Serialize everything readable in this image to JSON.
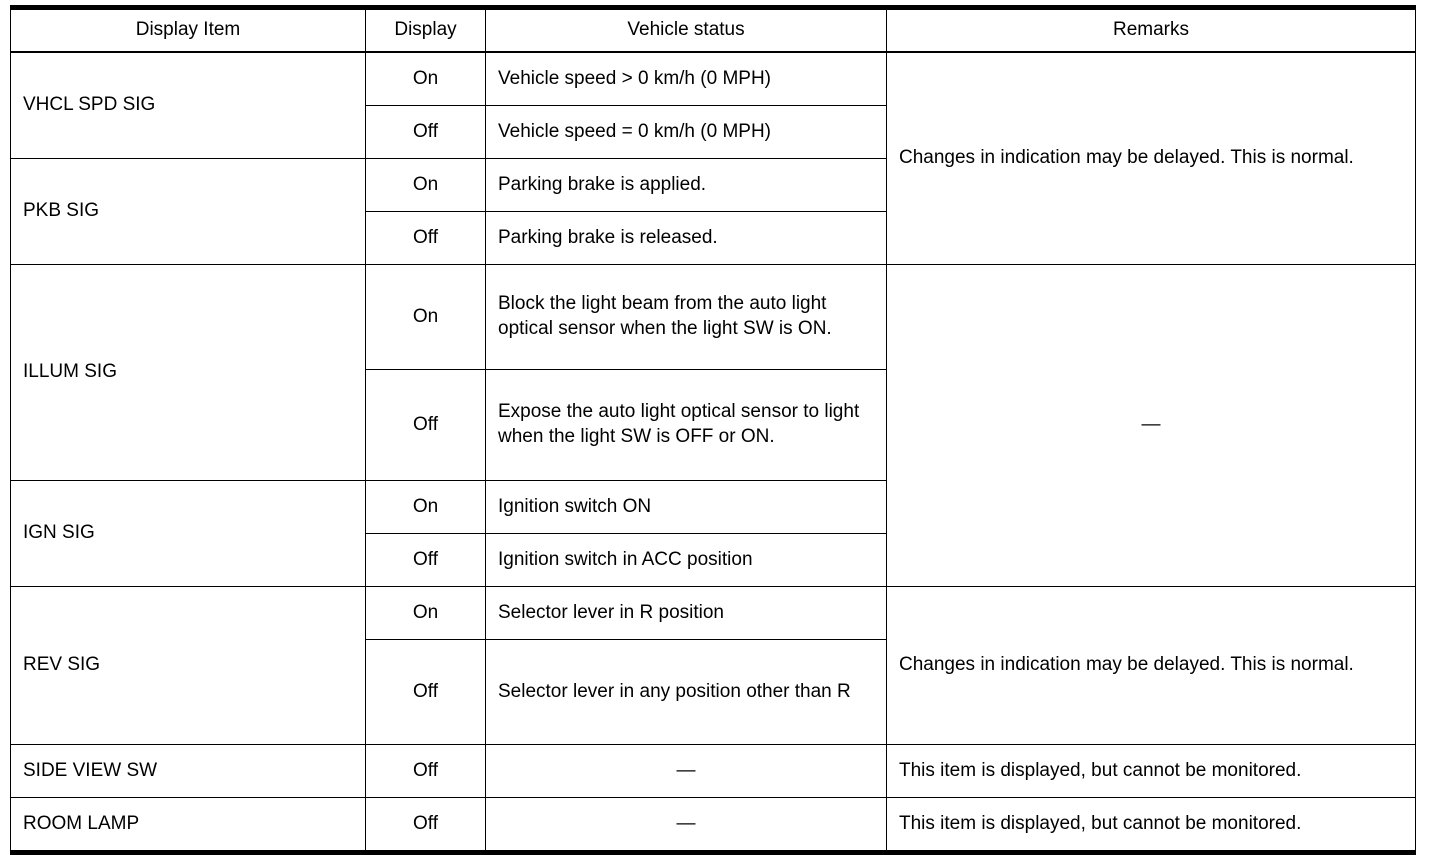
{
  "table": {
    "headers": {
      "display_item": "Display Item",
      "display": "Display",
      "vehicle_status": "Vehicle status",
      "remarks": "Remarks"
    },
    "dash": "—",
    "remarks_texts": {
      "delayed": "Changes in indication may be delayed. This is normal.",
      "not_monitored": "This item is displayed, but cannot be monitored.",
      "none": "—"
    },
    "rows": [
      {
        "item": "VHCL SPD SIG",
        "entries": [
          {
            "display": "On",
            "status": "Vehicle speed > 0 km/h (0 MPH)"
          },
          {
            "display": "Off",
            "status": "Vehicle speed = 0 km/h (0 MPH)"
          }
        ],
        "remarks": "Changes in indication may be delayed. This is normal."
      },
      {
        "item": "PKB SIG",
        "entries": [
          {
            "display": "On",
            "status": "Parking brake is applied."
          },
          {
            "display": "Off",
            "status": "Parking brake is released."
          }
        ],
        "remarks": ""
      },
      {
        "item": "ILLUM SIG",
        "entries": [
          {
            "display": "On",
            "status": "Block the light beam from the auto light optical sensor when the light SW is ON."
          },
          {
            "display": "Off",
            "status": "Expose the auto light optical sensor to light when the light SW is OFF or ON."
          }
        ],
        "remarks": "—"
      },
      {
        "item": "IGN SIG",
        "entries": [
          {
            "display": "On",
            "status": "Ignition switch ON"
          },
          {
            "display": "Off",
            "status": "Ignition switch in ACC position"
          }
        ],
        "remarks": ""
      },
      {
        "item": "REV SIG",
        "entries": [
          {
            "display": "On",
            "status": "Selector lever in R position"
          },
          {
            "display": "Off",
            "status": "Selector lever in any position other than R"
          }
        ],
        "remarks": "Changes in indication may be delayed. This is normal."
      },
      {
        "item": "SIDE VIEW SW",
        "entries": [
          {
            "display": "Off",
            "status": "—"
          }
        ],
        "remarks": "This item is displayed, but cannot be monitored."
      },
      {
        "item": "ROOM LAMP",
        "entries": [
          {
            "display": "Off",
            "status": "—"
          }
        ],
        "remarks": "This item is displayed, but cannot be monitored."
      }
    ]
  }
}
